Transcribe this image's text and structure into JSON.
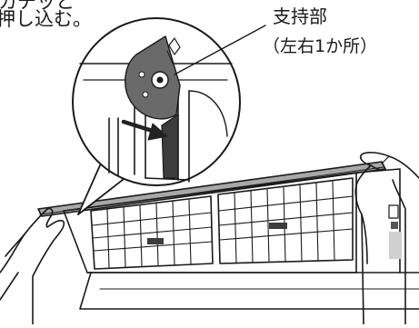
{
  "instruction_line1": "カチッと",
  "instruction_line2": "押し込む。",
  "callout_label": "支持部",
  "callout_sublabel": "（左右1か所）",
  "colors": {
    "line": "#1a1a1a",
    "panel_gray": "#9a9a9a",
    "dark_fill": "#3c3c3c",
    "arrow": "#222222"
  },
  "icons": [
    "hand-left-icon",
    "hand-right-icon",
    "arrow-icon",
    "support-bracket-icon"
  ]
}
